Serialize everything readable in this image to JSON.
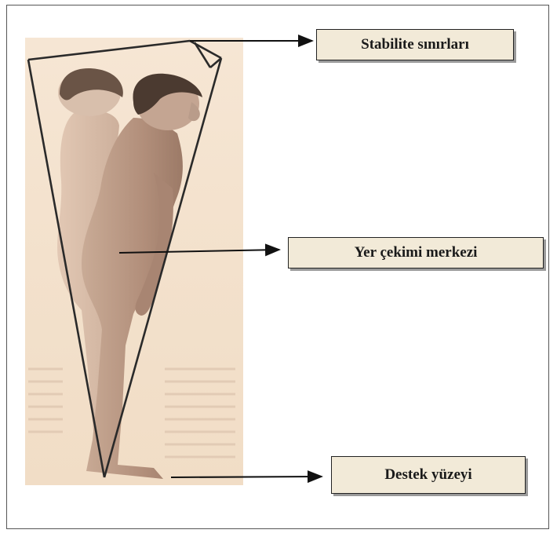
{
  "labels": {
    "stability_limits": "Stabilite sınırları",
    "center_of_gravity": "Yer çekimi merkezi",
    "support_surface": "Destek yüzeyi"
  },
  "colors": {
    "frame": "#555555",
    "panel": "#f3e1cc",
    "label_fill": "#f2ead8",
    "line": "#2a2a2a",
    "figure_skin": "#b99c8a",
    "hair": "#4b3a30"
  }
}
